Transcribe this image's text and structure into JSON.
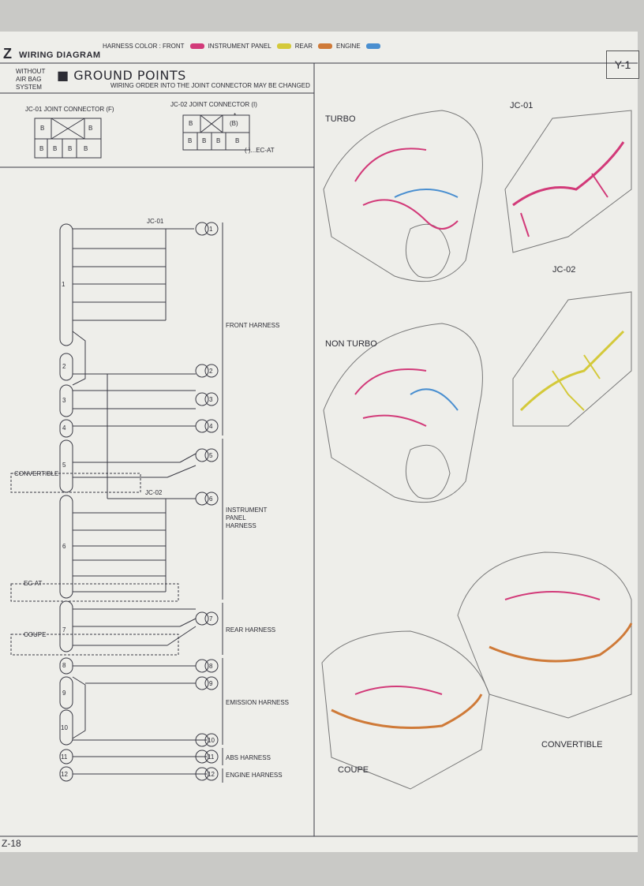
{
  "header": {
    "section_letter": "Z",
    "title": "WIRING DIAGRAM",
    "harness_color_label": "HARNESS COLOR : FRONT",
    "legend": [
      {
        "label": "INSTRUMENT PANEL",
        "color": "#d4c93a"
      },
      {
        "label": "REAR",
        "color": "#cf7a38"
      },
      {
        "label": "ENGINE",
        "color": "#4a8fd0"
      }
    ],
    "front_color": "#d23a79",
    "page_code": "Y-1"
  },
  "subheader": {
    "without": "WITHOUT",
    "air_bag": "AIR BAG",
    "system": "SYSTEM",
    "section_title": "GROUND POINTS",
    "note": "WIRING ORDER INTO THE JOINT CONNECTOR MAY BE CHANGED"
  },
  "connectors": {
    "jc01_label": "JC-01 JOINT CONNECTOR (F)",
    "jc02_label": "JC-02 JOINT CONNECTOR (I)",
    "pin": "B",
    "pin_paren": "(B)",
    "star": "*",
    "ecat_note": "( )...EC-AT"
  },
  "schematic": {
    "jc01": "JC-01",
    "jc02": "JC-02",
    "blocks": [
      "1",
      "2",
      "3",
      "4",
      "5",
      "6",
      "7",
      "8",
      "9",
      "10",
      "11",
      "12"
    ],
    "grounds": [
      "1",
      "2",
      "3",
      "4",
      "5",
      "6",
      "7",
      "8",
      "9",
      "10",
      "11",
      "12"
    ],
    "convertible": "CONVERTIBLE",
    "ecat": "EC-AT",
    "coupe": "COUPE",
    "harness_labels": {
      "front": "FRONT HARNESS",
      "instrument": [
        "INSTRUMENT",
        "PANEL",
        "HARNESS"
      ],
      "rear": "REAR HARNESS",
      "emission": "EMISSION HARNESS",
      "abs": "ABS HARNESS",
      "engine": "ENGINE HARNESS"
    }
  },
  "views": {
    "turbo": "TURBO",
    "non_turbo": "NON TURBO",
    "jc01": "JC-01",
    "jc02": "JC-02",
    "coupe": "COUPE",
    "convertible": "CONVERTIBLE"
  },
  "footer": {
    "page": "Z-18"
  }
}
